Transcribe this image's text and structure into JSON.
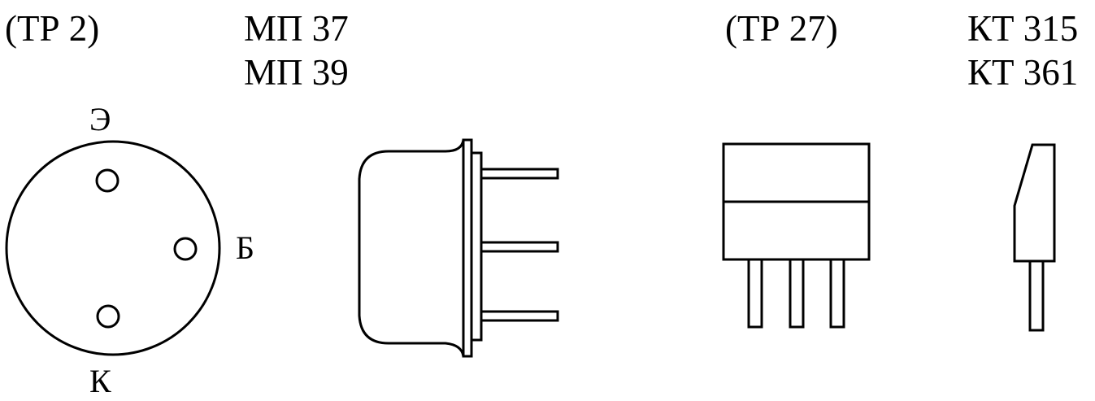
{
  "figure": {
    "tp2": {
      "package_label": "(ТР 2)",
      "pins": {
        "emitter": "Э",
        "base": "Б",
        "collector": "К"
      }
    },
    "mp": {
      "model_1": "МП 37",
      "model_2": "МП 39"
    },
    "tp27": {
      "package_label": "(ТР 27)"
    },
    "kt": {
      "model_1": "КТ 315",
      "model_2": "КТ 361"
    },
    "ink_color": "#000000",
    "background_color": "#ffffff"
  }
}
